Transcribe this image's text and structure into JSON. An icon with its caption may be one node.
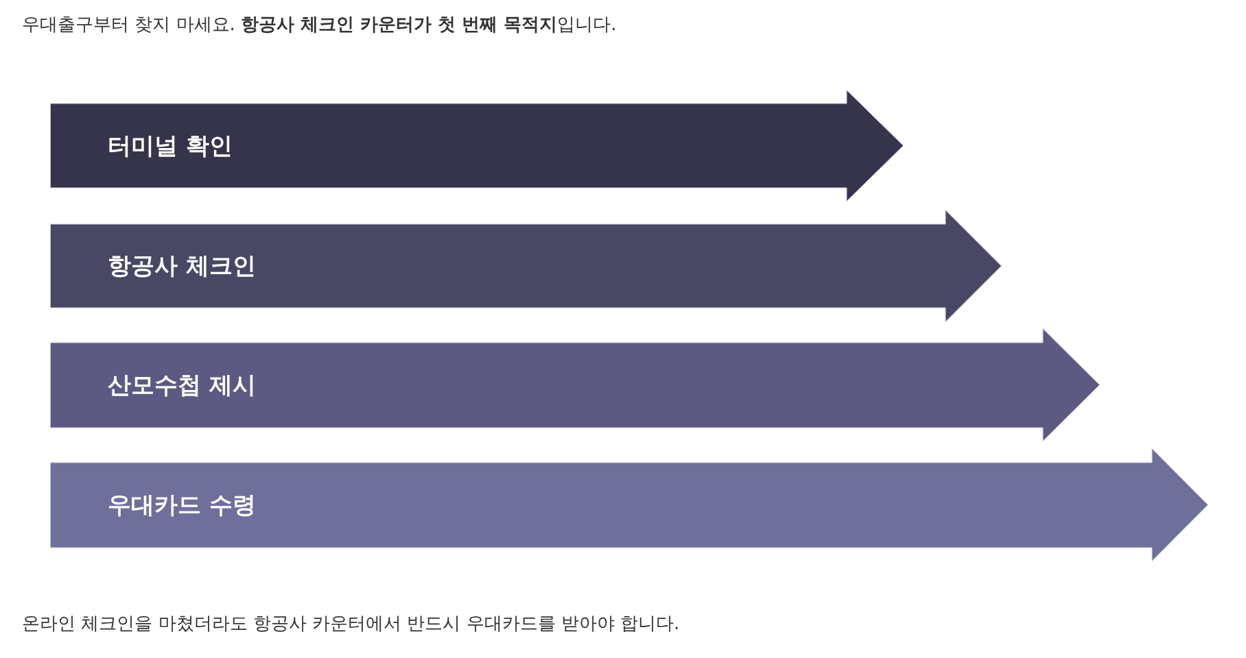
{
  "diagram": {
    "title": "우대출구부터 찾지 마세요. **항공사 체크인 카운터가 첫 번째 목적지**입니다.",
    "caption": "온라인 체크인을 마쳤더라도 항공사 카운터에서 반드시 우대카드를 받아야 합니다.",
    "nodes": [
      {
        "text": [
          "터미널 확인"
        ]
      },
      {
        "text": [
          "항공사 체크인"
        ]
      },
      {
        "text": [
          "산모수첩 제시"
        ]
      },
      {
        "text": [
          "우대카드 수령"
        ]
      }
    ]
  }
}
